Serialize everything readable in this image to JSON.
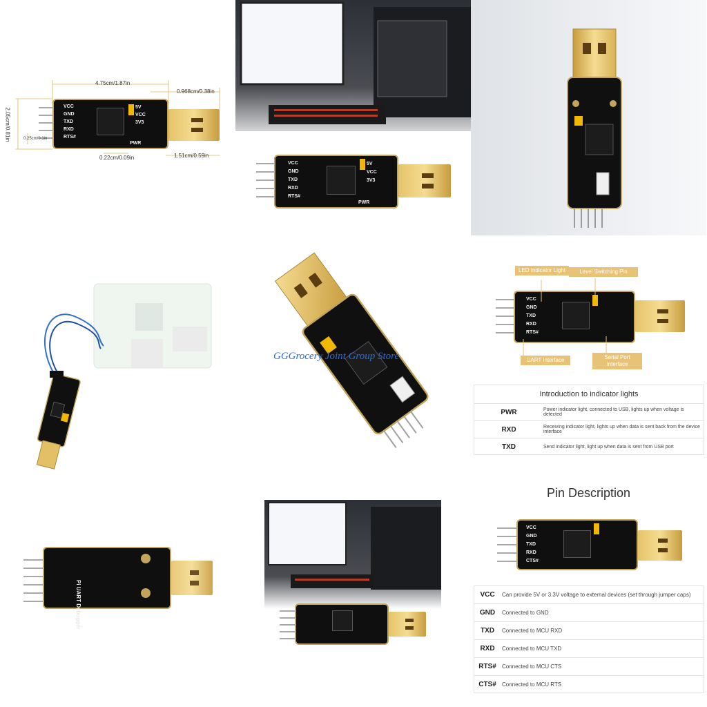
{
  "cell1": {
    "dim_length": "4.75cm/1.87in",
    "dim_usb": "0.968cm/0.38in",
    "dim_height": "2.05cm/0.81in",
    "dim_pitch": "0.25cm/0.1in",
    "dim_hole": "0.22cm/0.09in",
    "dim_plug": "1.51cm/0.59in"
  },
  "board_pins": [
    "VCC",
    "GND",
    "TXD",
    "RXD",
    "RTS#",
    "CTS#"
  ],
  "board_marks": [
    "5V",
    "VCC",
    "3V3",
    "PWR",
    "TXD",
    "RXD"
  ],
  "callouts": {
    "led": "LED Indicator Light",
    "level": "Level Switching Pin",
    "uart": "UART Interface",
    "serial": "Serial Port Interface"
  },
  "indicator_table": {
    "title": "Introduction to indicator lights",
    "rows": [
      {
        "key": "PWR",
        "desc": "Power indicator light, connected to USB, lights up when voltage is detected"
      },
      {
        "key": "RXD",
        "desc": "Receiving indicator light, lights up when data is sent back from the device interface"
      },
      {
        "key": "TXD",
        "desc": "Send indicator light, light up when data is sent from USB port"
      }
    ]
  },
  "watermark": "GGGrocery Joint Group Store",
  "pin_description": {
    "title": "Pin Description",
    "rows": [
      {
        "key": "VCC",
        "desc": "Can provide 5V or 3.3V voltage to external devices (set through jumper caps)"
      },
      {
        "key": "GND",
        "desc": "Connected to GND"
      },
      {
        "key": "TXD",
        "desc": "Connected to MCU RXD"
      },
      {
        "key": "RXD",
        "desc": "Connected to MCU TXD"
      },
      {
        "key": "RTS#",
        "desc": "Connected to MCU CTS"
      },
      {
        "key": "CTS#",
        "desc": "Connected to MCU RTS"
      }
    ]
  },
  "back_label": "Pi UART Debugger",
  "colors": {
    "board": "#0f0f0f",
    "board_edge": "#c2a45a",
    "usb_gold": "#e6c36a",
    "jumper": "#f2b705",
    "callout": "#e8c277",
    "watermark": "#2d6bd6"
  }
}
